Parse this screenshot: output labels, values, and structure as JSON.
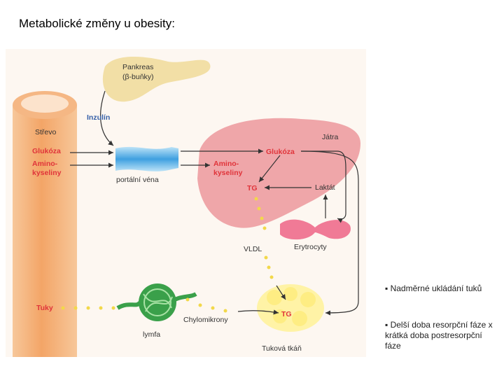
{
  "title": "Metabolické změny u obesity:",
  "labels": {
    "pancreas_1": "Pankreas",
    "pancreas_2": "(β-buňky)",
    "insulin": "Inzulín",
    "intestine": "Střevo",
    "glucose_left": "Glukóza",
    "amino_left_1": "Amino-",
    "amino_left_2": "kyseliny",
    "portal_vein": "portální véna",
    "liver": "Játra",
    "glucose_liver": "Glukóza",
    "amino_liver_1": "Amino-",
    "amino_liver_2": "kyseliny",
    "tg_liver": "TG",
    "lactate": "Laktát",
    "vldl": "VLDL",
    "erythrocytes": "Erytrocyty",
    "fats": "Tuky",
    "lymph": "lymfa",
    "chylomicrons": "Chylomikrony",
    "tg_adipose": "TG",
    "adipose": "Tuková tkáň"
  },
  "bullets": [
    "▪ Nadměrné ukládání tuků",
    "▪ Delší doba resorpční fáze   x  krátká doba postresorpční fáze"
  ]
}
